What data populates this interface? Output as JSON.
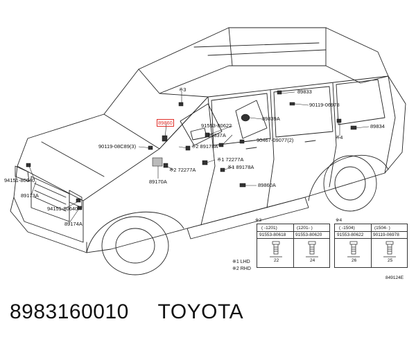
{
  "labels": {
    "p89833": "89833",
    "p90119_06978": "90119-06978",
    "p89839A": "89839A",
    "p91553_80622": "91553-80622",
    "p89837A": "89837A",
    "p89834": "89834",
    "p90467_09077": "90467-09077(2)",
    "p90119_08C89": "90119-08C89(3)",
    "p89178A_a": "※2 89178A",
    "p72277A_a": "※1 72277A",
    "p72277A_b": "※2 72277A",
    "p89178A_b": "※1 89178A",
    "p89860A": "89860A",
    "p89170A": "89170A",
    "p94151_80640_a": "94151-80640",
    "p89173A": "89173A",
    "p94151_80640_b": "94151-80640",
    "p89174A": "89174A",
    "ref3_a": "※3",
    "ref4_a": "※4",
    "highlight": "89860"
  },
  "table3": {
    "title": "※3",
    "col1_range": "(  -1201)",
    "col2_range": "(1201-  )",
    "col1_part": "91553-80618",
    "col2_part": "91553-80620",
    "col1_len": "22",
    "col2_len": "24"
  },
  "table4": {
    "title": "※4",
    "col1_range": "(  -1504)",
    "col2_range": "(1504-  )",
    "col1_part": "91553-80622",
    "col2_part": "90119-06978",
    "col1_len": "26",
    "col2_len": "25"
  },
  "legend": {
    "l1": "※1  LHD",
    "l2": "※2  RHD"
  },
  "figure_code": "849124E",
  "footer": {
    "part_number": "8983160010",
    "brand": "TOYOTA"
  }
}
